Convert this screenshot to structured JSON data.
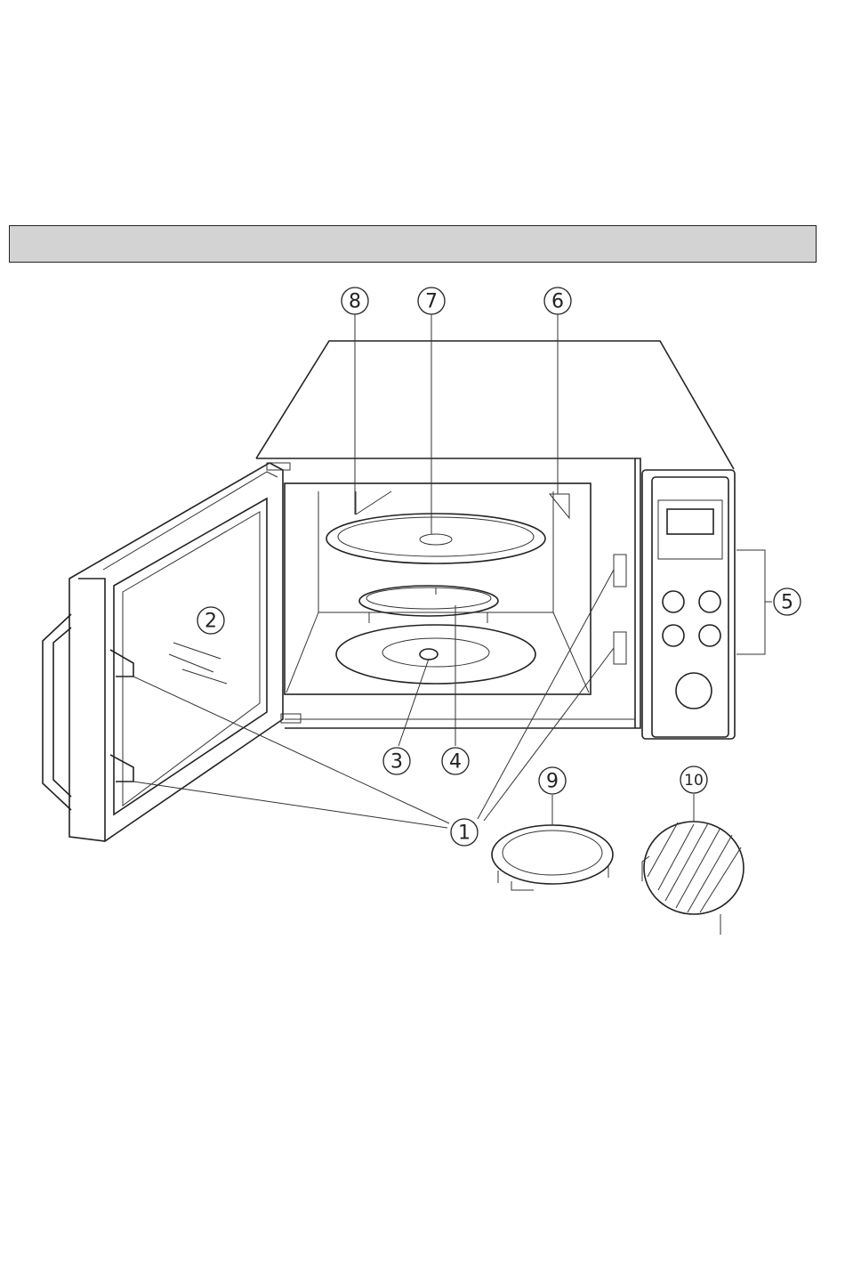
{
  "header": {
    "title": ""
  },
  "callouts": [
    {
      "id": "c1",
      "label": "1"
    },
    {
      "id": "c2",
      "label": "2"
    },
    {
      "id": "c3",
      "label": "3"
    },
    {
      "id": "c4",
      "label": "4"
    },
    {
      "id": "c5",
      "label": "5"
    },
    {
      "id": "c6",
      "label": "6"
    },
    {
      "id": "c7",
      "label": "7"
    },
    {
      "id": "c8",
      "label": "8"
    },
    {
      "id": "c9",
      "label": "9"
    },
    {
      "id": "c10",
      "label": "10"
    }
  ],
  "colors": {
    "header_bar": "#d3d3d3",
    "line": "#222222"
  }
}
